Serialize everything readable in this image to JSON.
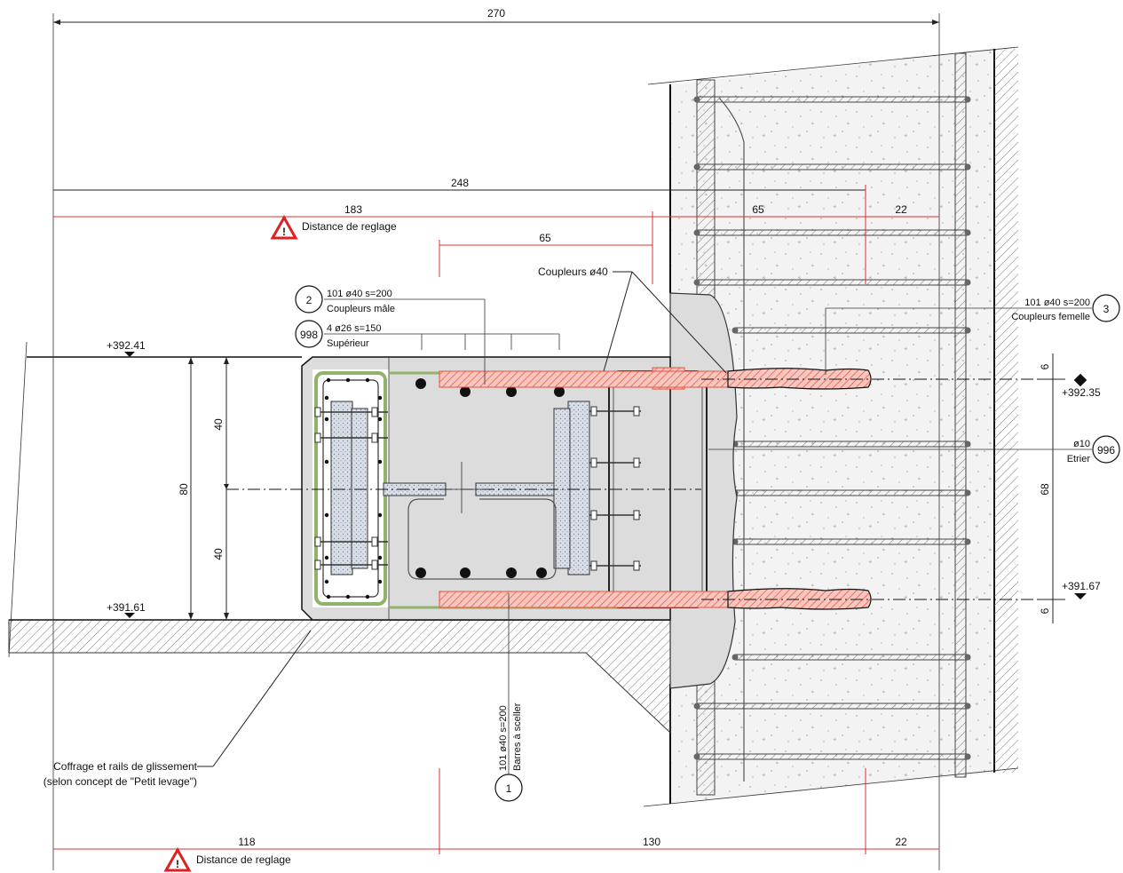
{
  "dimensions": {
    "top_total": "270",
    "top_248": "248",
    "top_183": "183",
    "top_65_right": "65",
    "top_22_right": "22",
    "inner_65": "65",
    "left_80": "80",
    "left_40_top": "40",
    "left_40_bottom": "40",
    "right_6_top": "6",
    "right_68": "68",
    "right_6_bottom": "6",
    "bottom_118": "118",
    "bottom_130": "130",
    "bottom_22": "22"
  },
  "elevations": {
    "left_top": "+392.41",
    "left_bottom": "+391.61",
    "right_top": "+392.35",
    "right_bottom": "+391.67"
  },
  "labels": {
    "distance_reglage": "Distance de reglage",
    "coupleurs": "Coupleurs ø40",
    "coffrage_line1": "Coffrage et rails de glissement",
    "coffrage_line2": "(selon concept de \"Petit levage\")"
  },
  "tags": {
    "t2": {
      "number": "2",
      "line1": "101  ø40  s=200",
      "line2": "Coupleurs mâle"
    },
    "t998": {
      "number": "998",
      "line1": "4  ø26  s=150",
      "line2": "Supérieur"
    },
    "t3": {
      "number": "3",
      "line1": "101  ø40  s=200",
      "line2": "Coupleurs femelle"
    },
    "t996": {
      "number": "996",
      "line1": "ø10",
      "line2": "Etrier"
    },
    "t1": {
      "number": "1",
      "line1": "101  ø40  s=200",
      "line2": "Barres à sceller"
    }
  },
  "colors": {
    "dimension_red": "#dd3333",
    "coupler_hatch": "#e8503c",
    "frame_green": "#8fb36a",
    "warning_red": "#e02020"
  }
}
